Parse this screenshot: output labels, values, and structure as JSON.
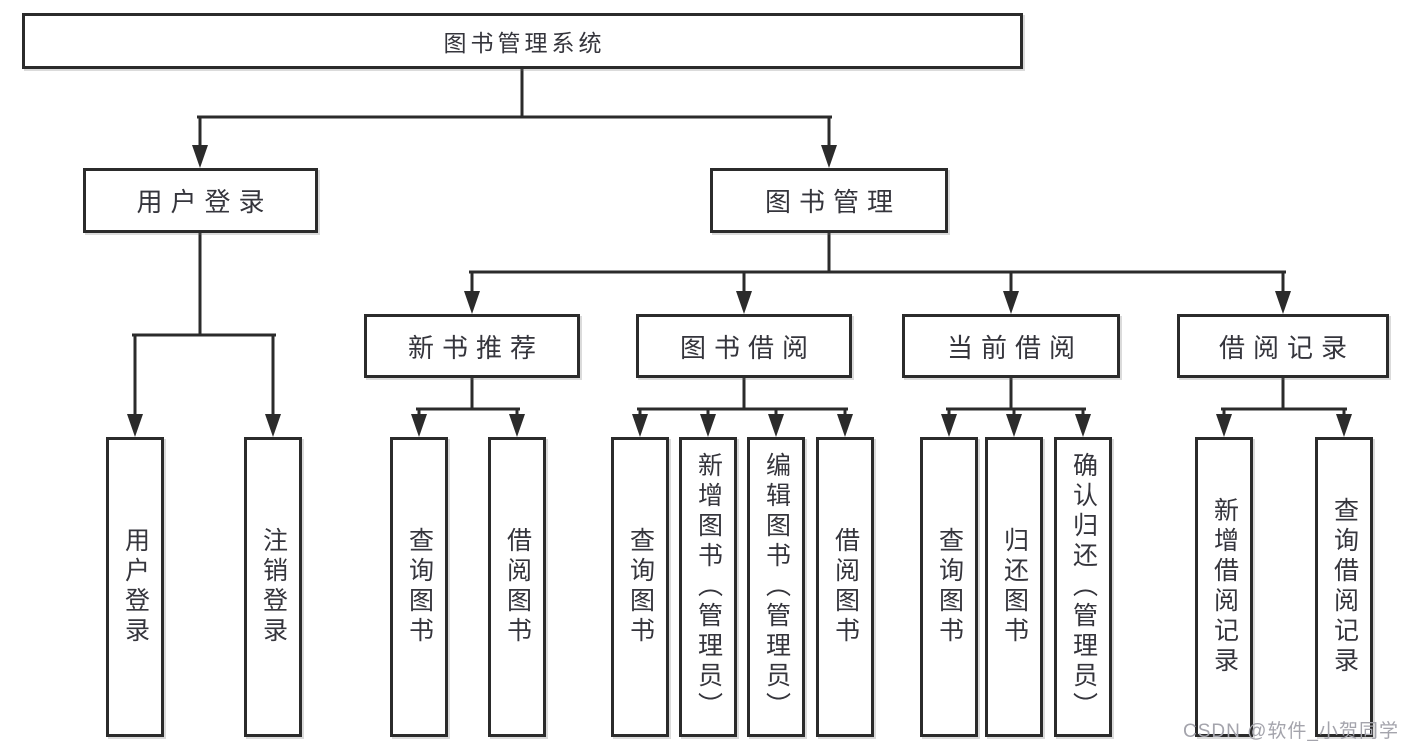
{
  "diagram": {
    "nodes": {
      "root": "图书管理系统",
      "user_login": "用户登录",
      "book_mgmt": "图书管理",
      "new_book_rec": "新书推荐",
      "book_borrow": "图书借阅",
      "current_borrow": "当前借阅",
      "borrow_records": "借阅记录",
      "leaf_user_login": "用户登录",
      "leaf_logout": "注销登录",
      "leaf_query_book_a": "查询图书",
      "leaf_borrow_book_a": "借阅图书",
      "leaf_query_book_b": "查询图书",
      "leaf_add_book": "新增图书（管理员）",
      "leaf_edit_book": "编辑图书（管理员）",
      "leaf_borrow_book_b": "借阅图书",
      "leaf_query_book_c": "查询图书",
      "leaf_return_book": "归还图书",
      "leaf_confirm_return": "确认归还（管理员）",
      "leaf_add_record": "新增借阅记录",
      "leaf_query_record": "查询借阅记录"
    },
    "watermark": "CSDN @软件_小贺同学",
    "colors": {
      "line": "#2b2b2b",
      "text": "#35353c",
      "watermark": "#a4a4ac",
      "background": "#ffffff"
    }
  }
}
